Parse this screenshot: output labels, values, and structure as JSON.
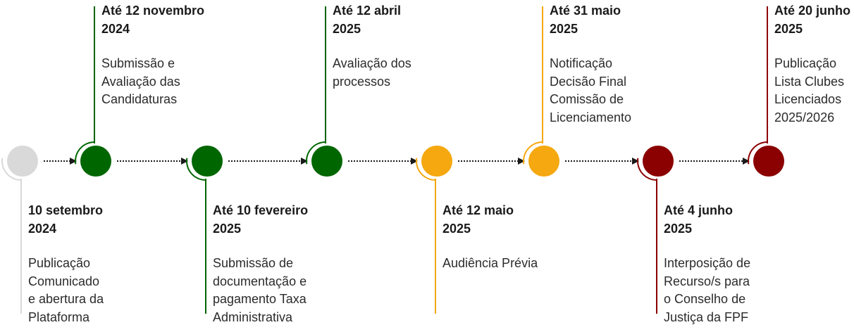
{
  "colors": {
    "grey": "#d9d9d9",
    "green": "#006600",
    "yellow": "#f5a80f",
    "red": "#8b0000",
    "connector": "#1a1a1a"
  },
  "milestones": [
    {
      "date": "10 setembro\n2024",
      "description": "Publicação\nComunicado\ne abertura da\nPlataforma",
      "color": "grey",
      "position": "below"
    },
    {
      "date": "Até 12 novembro\n2024",
      "description": "Submissão e\nAvaliação das\nCandidaturas",
      "color": "green",
      "position": "above"
    },
    {
      "date": "Até 10 fevereiro\n2025",
      "description": "Submissão de\ndocumentação e\npagamento Taxa\nAdministrativa",
      "color": "green",
      "position": "below"
    },
    {
      "date": "Até 12 abril\n2025",
      "description": "Avaliação dos\nprocessos",
      "color": "green",
      "position": "above"
    },
    {
      "date": "Até 12 maio\n2025",
      "description": "Audiência Prévia",
      "color": "yellow",
      "position": "below"
    },
    {
      "date": "Até 31 maio\n2025",
      "description": "Notificação\nDecisão Final\nComissão de\nLicenciamento",
      "color": "yellow",
      "position": "above"
    },
    {
      "date": "Até 4 junho\n2025",
      "description": "Interposição de\nRecurso/s para\no Conselho de\nJustiça da FPF",
      "color": "red",
      "position": "below"
    },
    {
      "date": "Até 20 junho\n2025",
      "description": "Publicação\nLista Clubes\nLicenciados\n2025/2026",
      "color": "red",
      "position": "above"
    }
  ]
}
